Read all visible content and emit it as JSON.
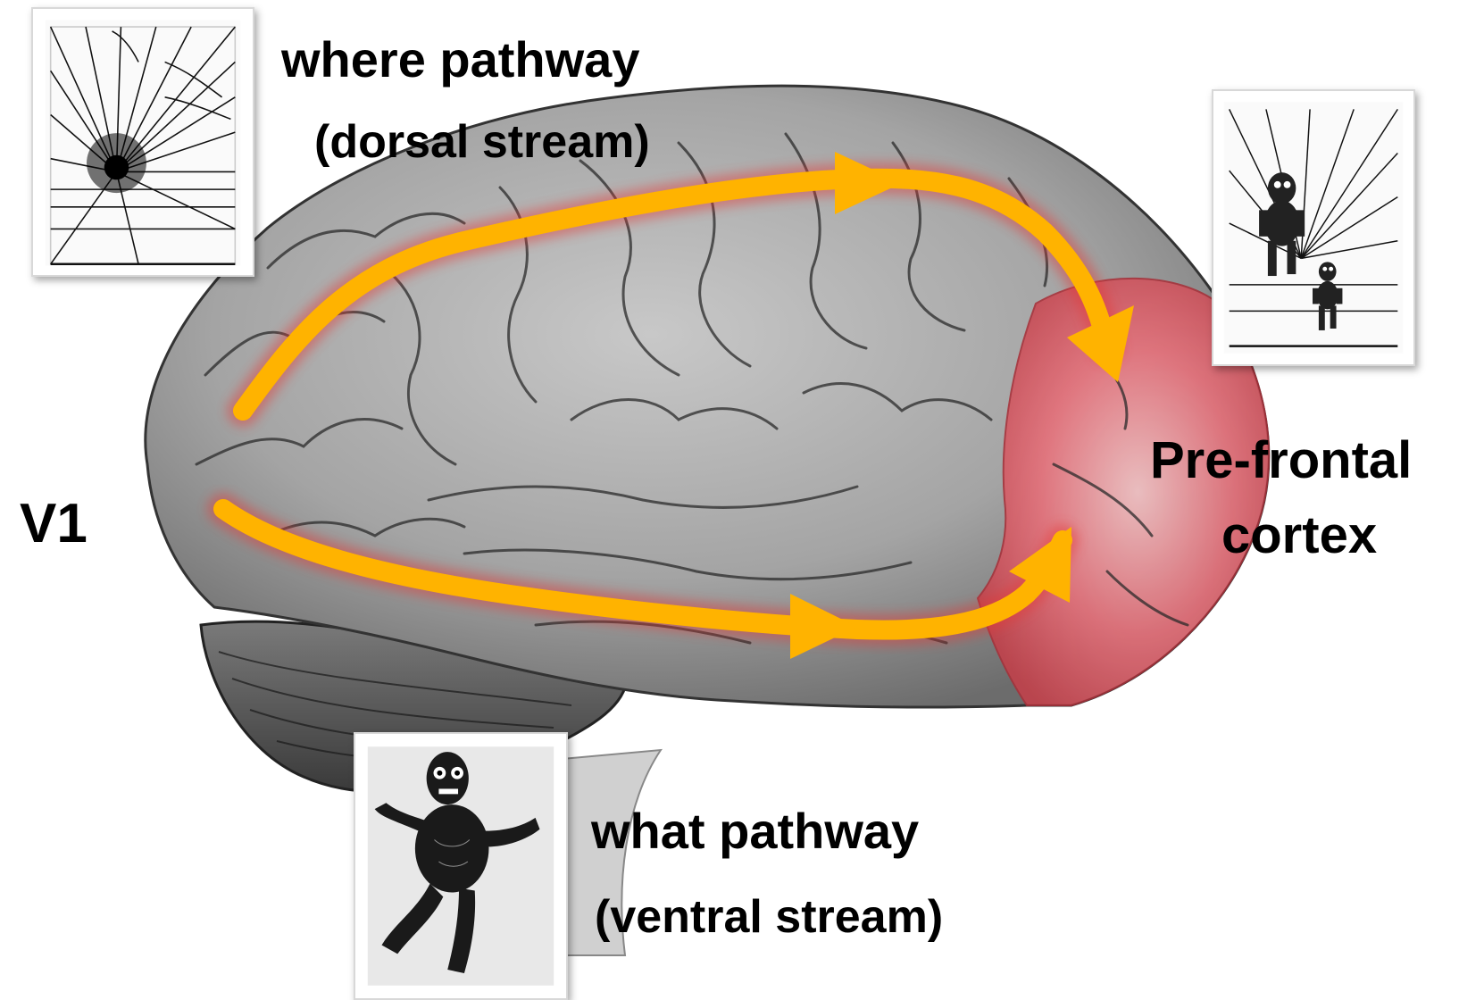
{
  "labels": {
    "v1": "V1",
    "where_title": "where pathway",
    "where_sub": "(dorsal stream)",
    "what_title": "what pathway",
    "what_sub": "(ventral stream)",
    "pfc_line1": "Pre-frontal",
    "pfc_line2": "cortex"
  },
  "icons": {
    "brain": "brain-illustration-icon",
    "dorsal_arrow": "dorsal-stream-arrow-icon",
    "ventral_arrow": "ventral-stream-arrow-icon",
    "where_image": "corridor-perspective-icon",
    "what_image": "monster-figure-icon",
    "pfc_image": "corridor-with-monsters-icon"
  },
  "colors": {
    "arrow": "#FFB300",
    "arrow_glow": "#E53935",
    "prefrontal": "#E8505B",
    "brain": "#9A9A9A"
  }
}
